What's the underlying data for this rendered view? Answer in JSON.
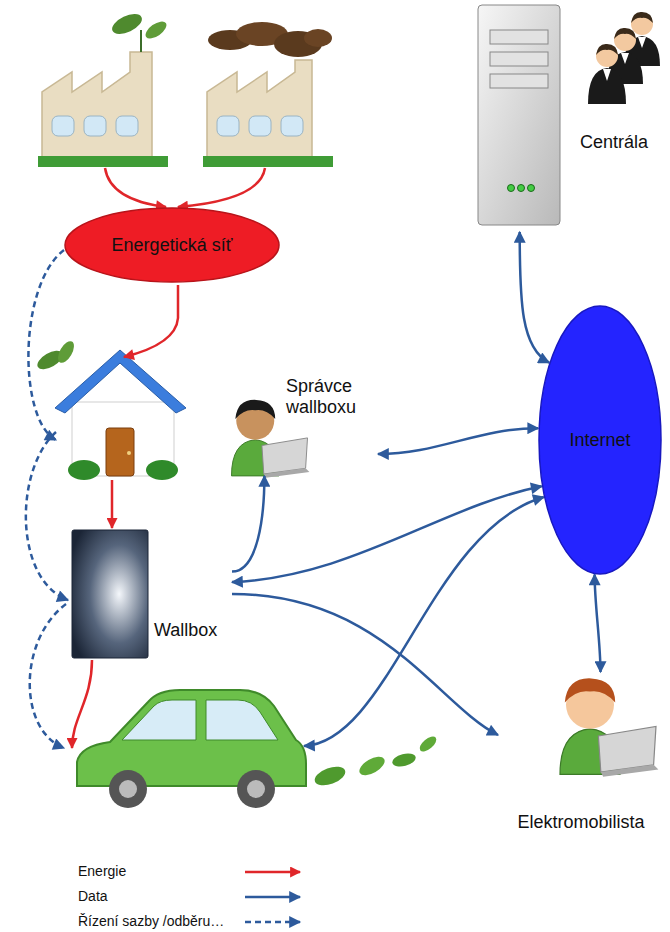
{
  "diagram": {
    "nodes": [
      {
        "text": [
          "Centrála"
        ]
      },
      {
        "text": [
          "Energetická síť"
        ]
      },
      {
        "text": [
          "Správce wallboxu"
        ]
      },
      {
        "text": [
          "Internet"
        ]
      },
      {
        "text": [
          "Wallbox"
        ]
      },
      {
        "text": [
          "Elektromobilista"
        ]
      }
    ],
    "edges": [
      {
        "from": 0,
        "to": 3,
        "arrow": "both"
      },
      {
        "from": 2,
        "to": 3,
        "arrow": "both"
      },
      {
        "from": 3,
        "to": 5,
        "arrow": "both"
      },
      {
        "from": 4,
        "to": 3,
        "arrow": "both"
      },
      {
        "from": 4,
        "to": 2,
        "arrow": "to"
      },
      {
        "from": 4,
        "to": 5,
        "arrow": "to"
      }
    ],
    "legend": [
      {
        "text": "Energie"
      },
      {
        "text": "Data"
      },
      {
        "text": "Řízení sazby /odběru…"
      }
    ]
  }
}
